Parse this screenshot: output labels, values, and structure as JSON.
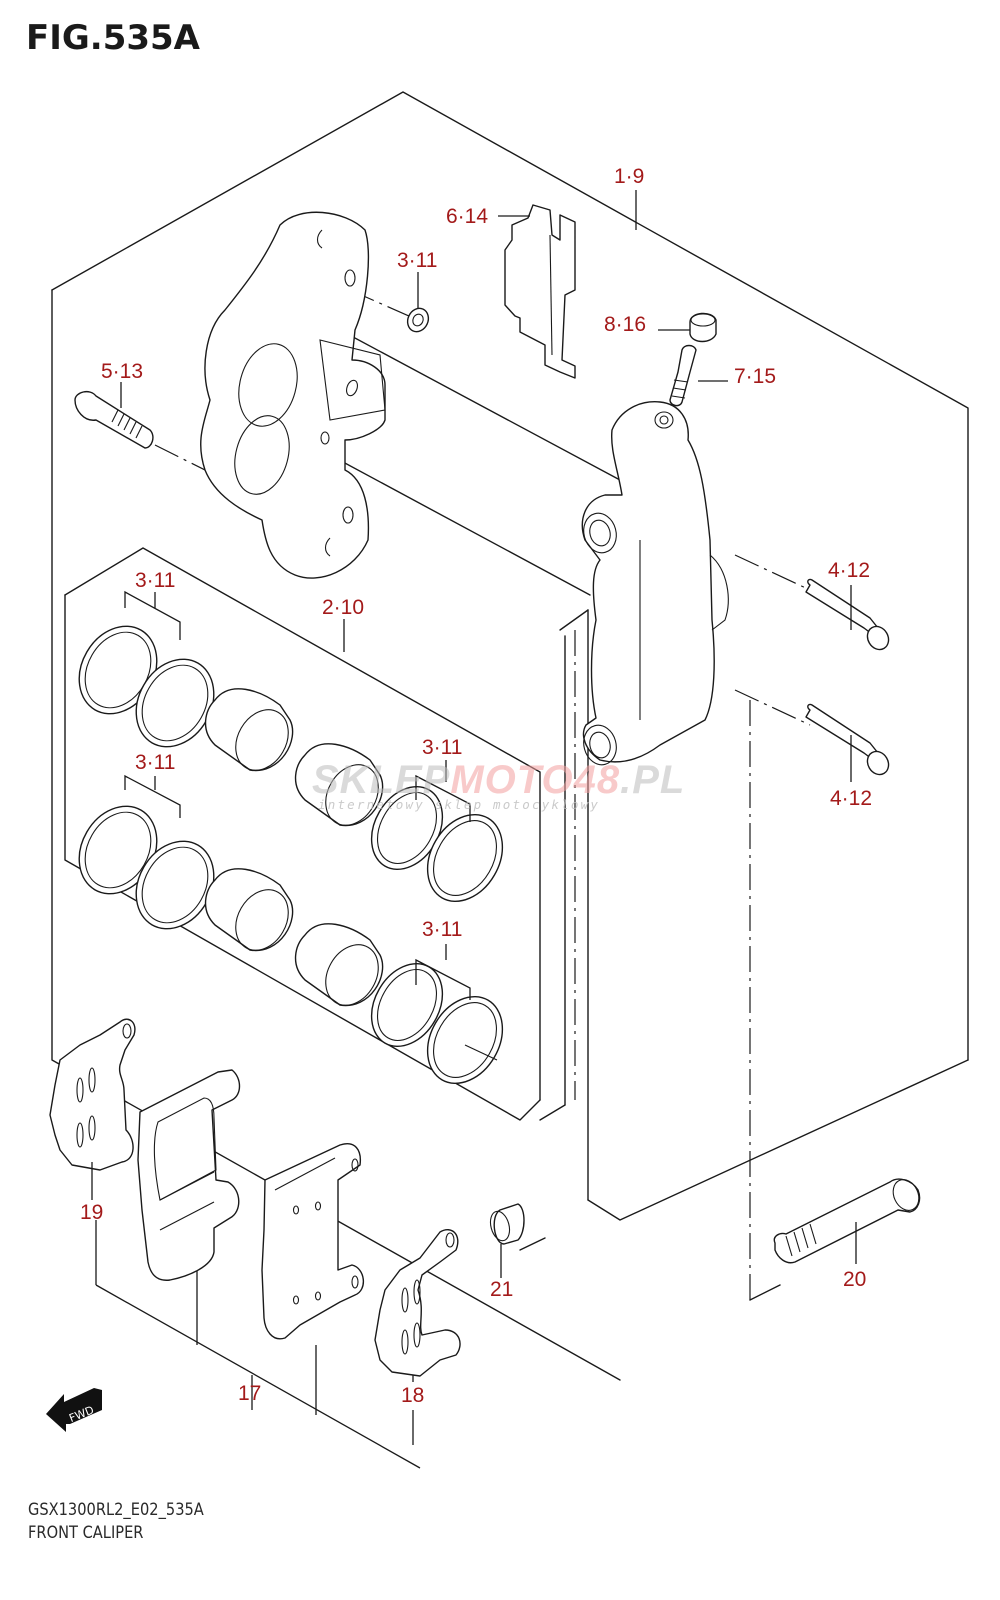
{
  "figure": {
    "title": "FIG.535A",
    "model_code": "GSX1300RL2_E02_535A",
    "caption": "FRONT CALIPER"
  },
  "colors": {
    "callout": "#a31a1a",
    "line": "#1a1a1a",
    "background": "#ffffff"
  },
  "direction_marker": {
    "label": "FWD",
    "icon": "fwd-arrow-icon"
  },
  "watermark": {
    "brand_part1": "SKLEP",
    "brand_part2": "MOTO",
    "brand_part3": "48",
    "brand_part4": ".PL",
    "tagline": "internetowy sklep motocyklowy"
  },
  "callouts": [
    {
      "id": "c-1-9",
      "text": "1·9",
      "part": "front caliper assembly"
    },
    {
      "id": "c-6-14",
      "text": "6·14",
      "part": "pad spring"
    },
    {
      "id": "c-3-11-top",
      "text": "3·11",
      "part": "seal set (o-ring)"
    },
    {
      "id": "c-8-16",
      "text": "8·16",
      "part": "bleeder cap"
    },
    {
      "id": "c-7-15",
      "text": "7·15",
      "part": "bleeder valve"
    },
    {
      "id": "c-5-13",
      "text": "5·13",
      "part": "caliper bolt"
    },
    {
      "id": "c-4-12-top",
      "text": "4·12",
      "part": "pad pin"
    },
    {
      "id": "c-4-12-bottom",
      "text": "4·12",
      "part": "pad pin"
    },
    {
      "id": "c-3-11-upper-left",
      "text": "3·11",
      "part": "seal set"
    },
    {
      "id": "c-2-10",
      "text": "2·10",
      "part": "piston set"
    },
    {
      "id": "c-3-11-upper-right",
      "text": "3·11",
      "part": "seal set"
    },
    {
      "id": "c-3-11-lower-left",
      "text": "3·11",
      "part": "seal set"
    },
    {
      "id": "c-3-11-lower-right",
      "text": "3·11",
      "part": "seal set"
    },
    {
      "id": "c-19",
      "text": "19",
      "part": "pad shim"
    },
    {
      "id": "c-17",
      "text": "17",
      "part": "brake pad set"
    },
    {
      "id": "c-18",
      "text": "18",
      "part": "pad shim"
    },
    {
      "id": "c-21",
      "text": "21",
      "part": "cap"
    },
    {
      "id": "c-20",
      "text": "20",
      "part": "mounting bolt"
    }
  ]
}
